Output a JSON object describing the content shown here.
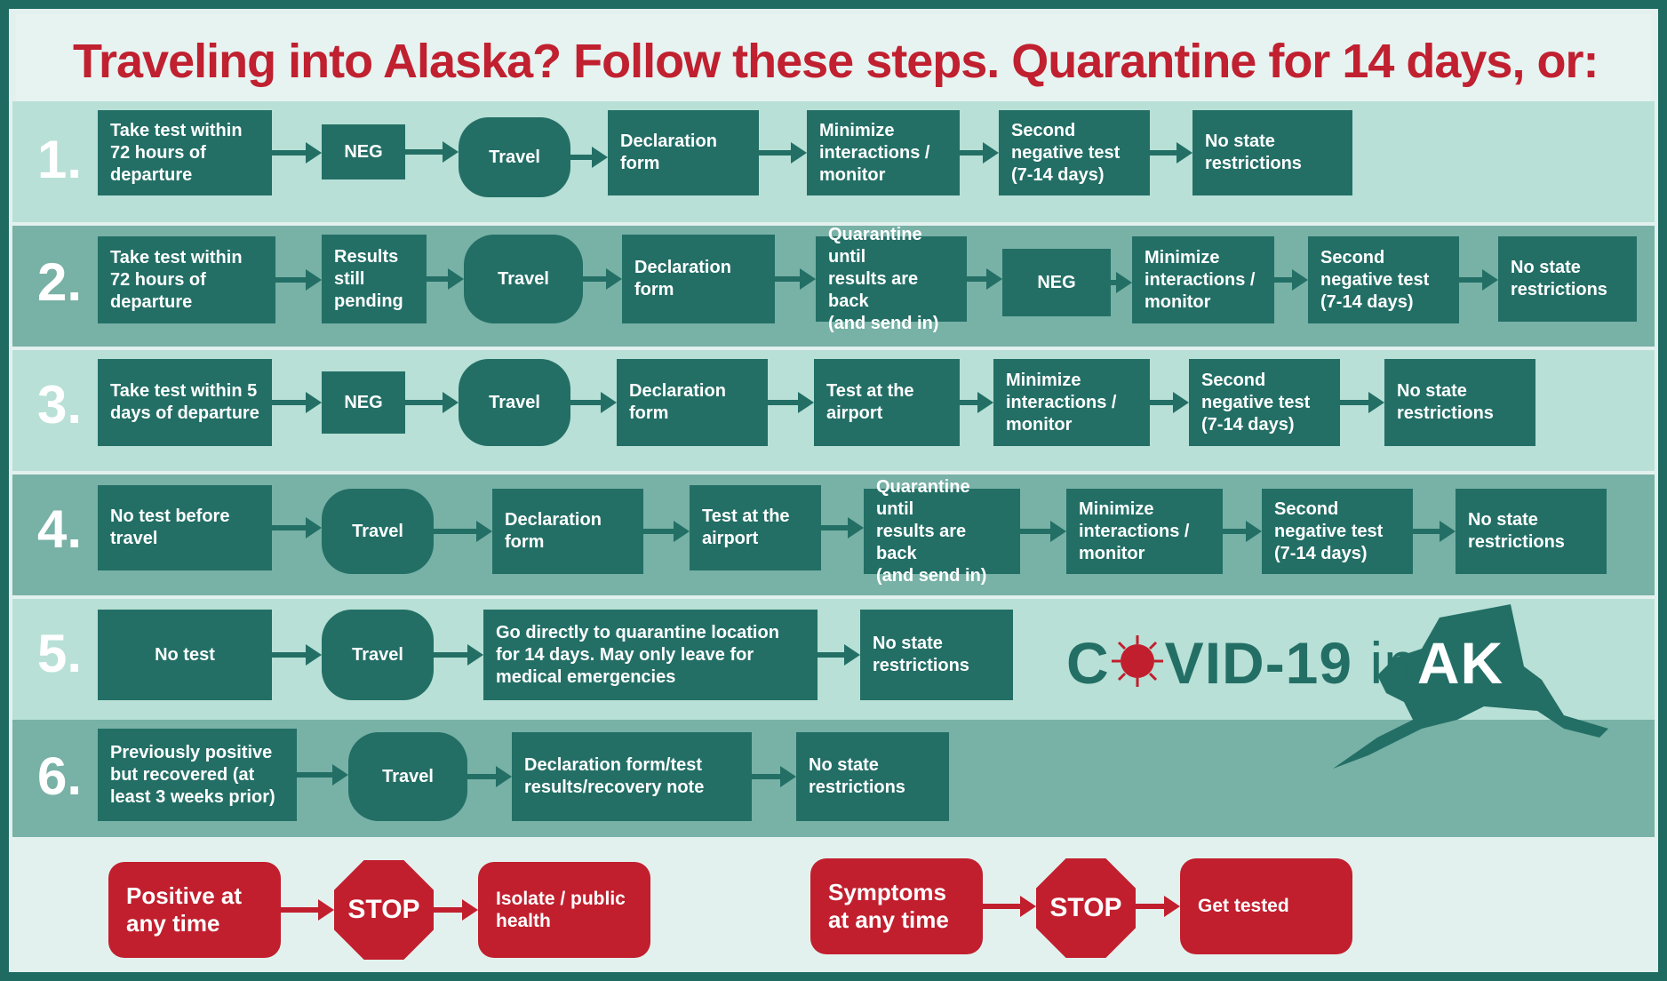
{
  "title": "Traveling into Alaska? Follow these steps. Quarantine for 14 days, or:",
  "colors": {
    "teal": "#236f66",
    "band_light": "#b8e0d6",
    "band_mid": "#78b1a6",
    "red": "#c11f2e",
    "border": "#1f6b62"
  },
  "rows": [
    {
      "number": "1.",
      "steps": [
        {
          "text": "Take test within\n72 hours of\ndeparture"
        },
        {
          "text": "NEG"
        },
        {
          "text": "Travel"
        },
        {
          "text": "Declaration\nform"
        },
        {
          "text": "Minimize\ninteractions /\nmonitor"
        },
        {
          "text": "Second\nnegative test\n(7-14 days)"
        },
        {
          "text": "No state\nrestrictions"
        }
      ]
    },
    {
      "number": "2.",
      "steps": [
        {
          "text": "Take test within\n72 hours of\ndeparture"
        },
        {
          "text": "Results\nstill\npending"
        },
        {
          "text": "Travel"
        },
        {
          "text": "Declaration\nform"
        },
        {
          "text": "Quarantine until\nresults are back\n(and send in)"
        },
        {
          "text": "NEG"
        },
        {
          "text": "Minimize\ninteractions /\nmonitor"
        },
        {
          "text": "Second\nnegative test\n(7-14 days)"
        },
        {
          "text": "No state\nrestrictions"
        }
      ]
    },
    {
      "number": "3.",
      "steps": [
        {
          "text": "Take test within 5\ndays of departure"
        },
        {
          "text": "NEG"
        },
        {
          "text": "Travel"
        },
        {
          "text": "Declaration\nform"
        },
        {
          "text": "Test at the\nairport"
        },
        {
          "text": "Minimize\ninteractions /\nmonitor"
        },
        {
          "text": "Second\nnegative test\n(7-14 days)"
        },
        {
          "text": "No state\nrestrictions"
        }
      ]
    },
    {
      "number": "4.",
      "steps": [
        {
          "text": "No test before\ntravel"
        },
        {
          "text": "Travel"
        },
        {
          "text": "Declaration\nform"
        },
        {
          "text": "Test at the\nairport"
        },
        {
          "text": "Quarantine until\nresults are back\n(and send in)"
        },
        {
          "text": "Minimize\ninteractions /\nmonitor"
        },
        {
          "text": "Second\nnegative test\n(7-14 days)"
        },
        {
          "text": "No state\nrestrictions"
        }
      ]
    },
    {
      "number": "5.",
      "steps": [
        {
          "text": "No test"
        },
        {
          "text": "Travel"
        },
        {
          "text": "Go directly to quarantine location\nfor 14 days.  May only leave for\nmedical emergencies"
        },
        {
          "text": "No state\nrestrictions"
        }
      ]
    },
    {
      "number": "6.",
      "steps": [
        {
          "text": "Previously positive\nbut recovered (at\nleast 3 weeks prior)"
        },
        {
          "text": "Travel"
        },
        {
          "text": "Declaration form/test\nresults/recovery note"
        },
        {
          "text": "No state\nrestrictions"
        }
      ]
    }
  ],
  "alerts": [
    {
      "trigger": "Positive at\nany time",
      "stop": "STOP",
      "action": "Isolate / public\nhealth"
    },
    {
      "trigger": "Symptoms\nat any time",
      "stop": "STOP",
      "action": "Get tested"
    }
  ],
  "logo": {
    "c": "C",
    "rest": "VID-19",
    "in": "in",
    "ak": "AK"
  }
}
